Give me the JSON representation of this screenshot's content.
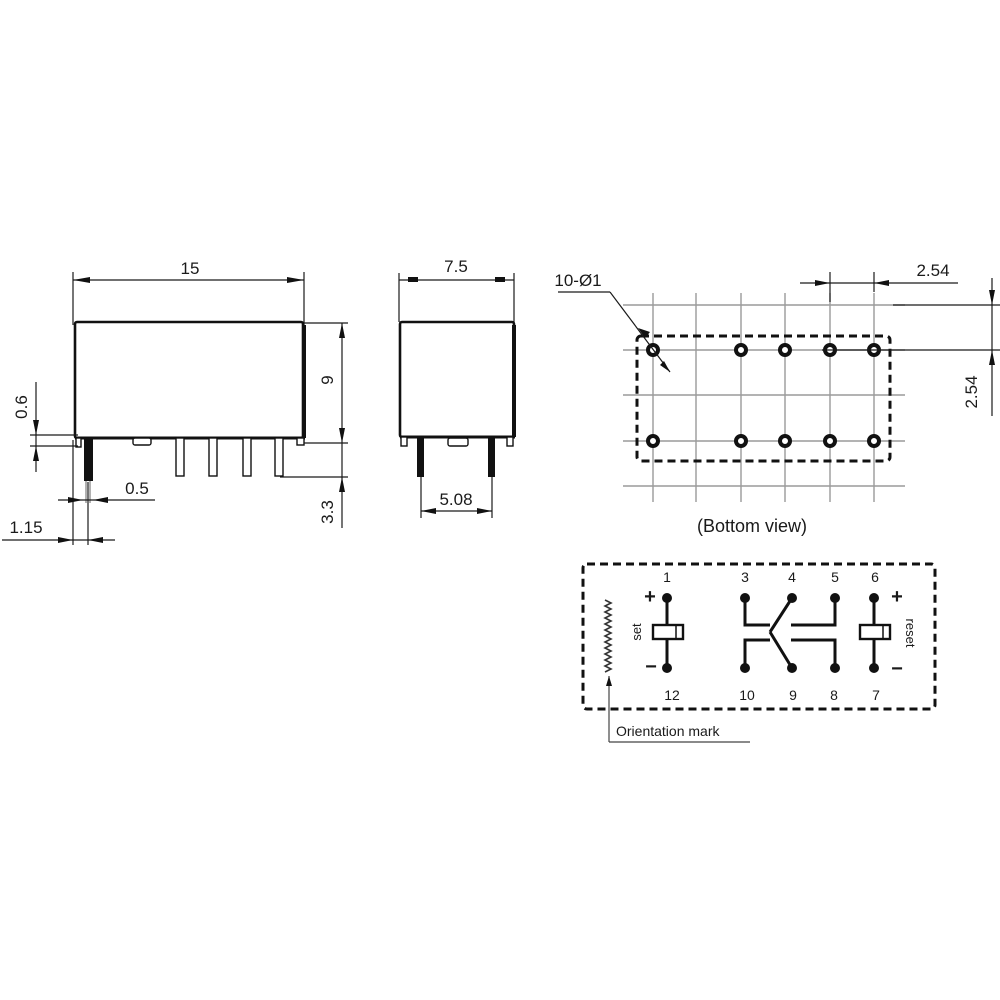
{
  "diagram": {
    "type": "relay-dimension-drawing",
    "side_view": {
      "dimensions": {
        "length": "15",
        "height": "9",
        "pin_length": "3.3",
        "standoff": "0.6",
        "pin_width": "0.5",
        "pin_offset": "1.15"
      }
    },
    "end_view": {
      "dimensions": {
        "width": "7.5",
        "pin_row_spacing": "5.08"
      }
    },
    "bottom_view": {
      "caption": "(Bottom view)",
      "hole_callout": "10-Ø1",
      "pitch_horizontal": "2.54",
      "pitch_vertical": "2.54"
    },
    "schematic": {
      "pins_top": [
        "1",
        "3",
        "4",
        "5",
        "6"
      ],
      "pins_bottom": [
        "12",
        "10",
        "9",
        "8",
        "7"
      ],
      "set_coil_label": "set",
      "reset_coil_label": "reset",
      "plus": "+",
      "minus": "−",
      "orientation_label": "Orientation mark"
    },
    "colors": {
      "line": "#111111",
      "grid": "#9a9a9a",
      "background": "#ffffff"
    }
  }
}
